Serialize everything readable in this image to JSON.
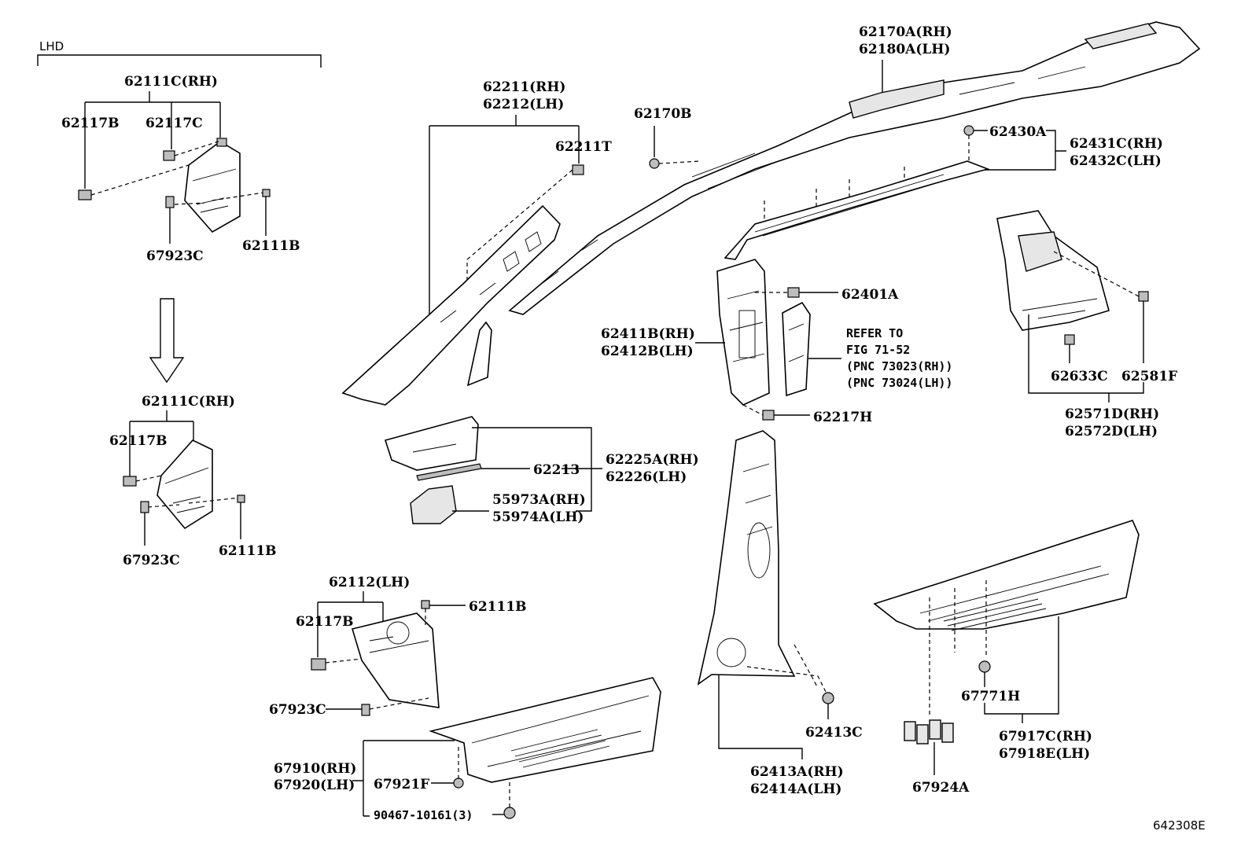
{
  "header": {
    "lhd": "LHD"
  },
  "figure_id": "642308E",
  "labels": {
    "p62111c_rh_a": "62111C(RH)",
    "p62117b_a": "62117B",
    "p62117c": "62117C",
    "p67923c_a": "67923C",
    "p62111b_a": "62111B",
    "p62111c_rh_b": "62111C(RH)",
    "p62117b_b": "62117B",
    "p67923c_b": "67923C",
    "p62111b_b": "62111B",
    "p62112_lh": "62112(LH)",
    "p62117b_c": "62117B",
    "p62111b_c": "62111B",
    "p67923c_c": "67923C",
    "p67910_rh": "67910(RH)",
    "p67920_lh": "67920(LH)",
    "p67921f": "67921F",
    "p90467": "90467-10161(3)",
    "p62211_rh": "62211(RH)",
    "p62212_lh": "62212(LH)",
    "p62211t": "62211T",
    "p62213": "62213",
    "p62225a_rh": "62225A(RH)",
    "p62226_lh": "62226(LH)",
    "p55973a_rh": "55973A(RH)",
    "p55974a_lh": "55974A(LH)",
    "p62170b": "62170B",
    "p62170a_rh": "62170A(RH)",
    "p62180a_lh": "62180A(LH)",
    "p62430a": "62430A",
    "p62431c_rh": "62431C(RH)",
    "p62432c_lh": "62432C(LH)",
    "p62401a": "62401A",
    "p62411b_rh": "62411B(RH)",
    "p62412b_lh": "62412B(LH)",
    "refer_1": "REFER TO",
    "refer_2": "FIG 71-52",
    "refer_3": "(PNC 73023(RH))",
    "refer_4": "(PNC 73024(LH))",
    "p62217h": "62217H",
    "p62633c": "62633C",
    "p62581f": "62581F",
    "p62571d_rh": "62571D(RH)",
    "p62572d_lh": "62572D(LH)",
    "p62413c": "62413C",
    "p62413a_rh": "62413A(RH)",
    "p62414a_lh": "62414A(LH)",
    "p67924a": "67924A",
    "p67771h": "67771H",
    "p67917c_rh": "67917C(RH)",
    "p67918e_lh": "67918E(LH)"
  }
}
